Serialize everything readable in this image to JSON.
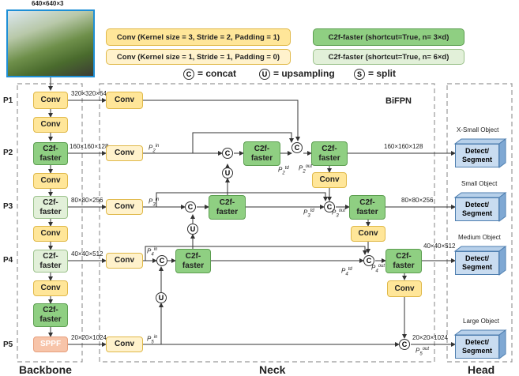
{
  "image_label": "640×640×3",
  "legend": {
    "conv_k3": "Conv (Kernel size = 3, Stride = 2, Padding = 1)",
    "conv_k1": "Conv (Kernel size = 1, Stride = 1, Padding = 0)",
    "c2f_n3": "C2f-faster (shortcut=True, n= 3×d)",
    "c2f_n6": "C2f-faster (shortcut=True, n= 6×d)",
    "concat": "= concat",
    "upsampling": "= upsampling",
    "split": "= split",
    "concat_sym": "C",
    "up_sym": "U",
    "split_sym": "S"
  },
  "sections": {
    "backbone": "Backbone",
    "neck": "Neck",
    "head": "Head",
    "bifpn": "BiFPN"
  },
  "levels": [
    "P1",
    "P2",
    "P3",
    "P4",
    "P5"
  ],
  "blocks": {
    "conv": "Conv",
    "c2f_line1": "C2f-",
    "c2f_line2": "faster",
    "sppf": "SPPF",
    "detect_line1": "Detect/",
    "detect_line2": "Segment"
  },
  "dims": {
    "p1": "320×320×64",
    "p2": "160×160×128",
    "p3": "80×80×256",
    "p4": "40×40×512",
    "p5": "20×20×1024"
  },
  "heads": [
    "X-Small Object",
    "Small Object",
    "Medium Object",
    "Large Object"
  ],
  "pnodes": {
    "p2in": [
      "P",
      "2",
      "in"
    ],
    "p3in": [
      "P",
      "3",
      "in"
    ],
    "p4in": [
      "P",
      "4",
      "in"
    ],
    "p5in": [
      "P",
      "5",
      "in"
    ],
    "p2td": [
      "P",
      "2",
      "td"
    ],
    "p3td": [
      "P",
      "3",
      "td"
    ],
    "p4td": [
      "P",
      "4",
      "td"
    ],
    "p2out": [
      "P",
      "2",
      "out"
    ],
    "p3out": [
      "P",
      "3",
      "out"
    ],
    "p4out": [
      "P",
      "4",
      "out"
    ],
    "p5out": [
      "P",
      "5",
      "out"
    ]
  }
}
